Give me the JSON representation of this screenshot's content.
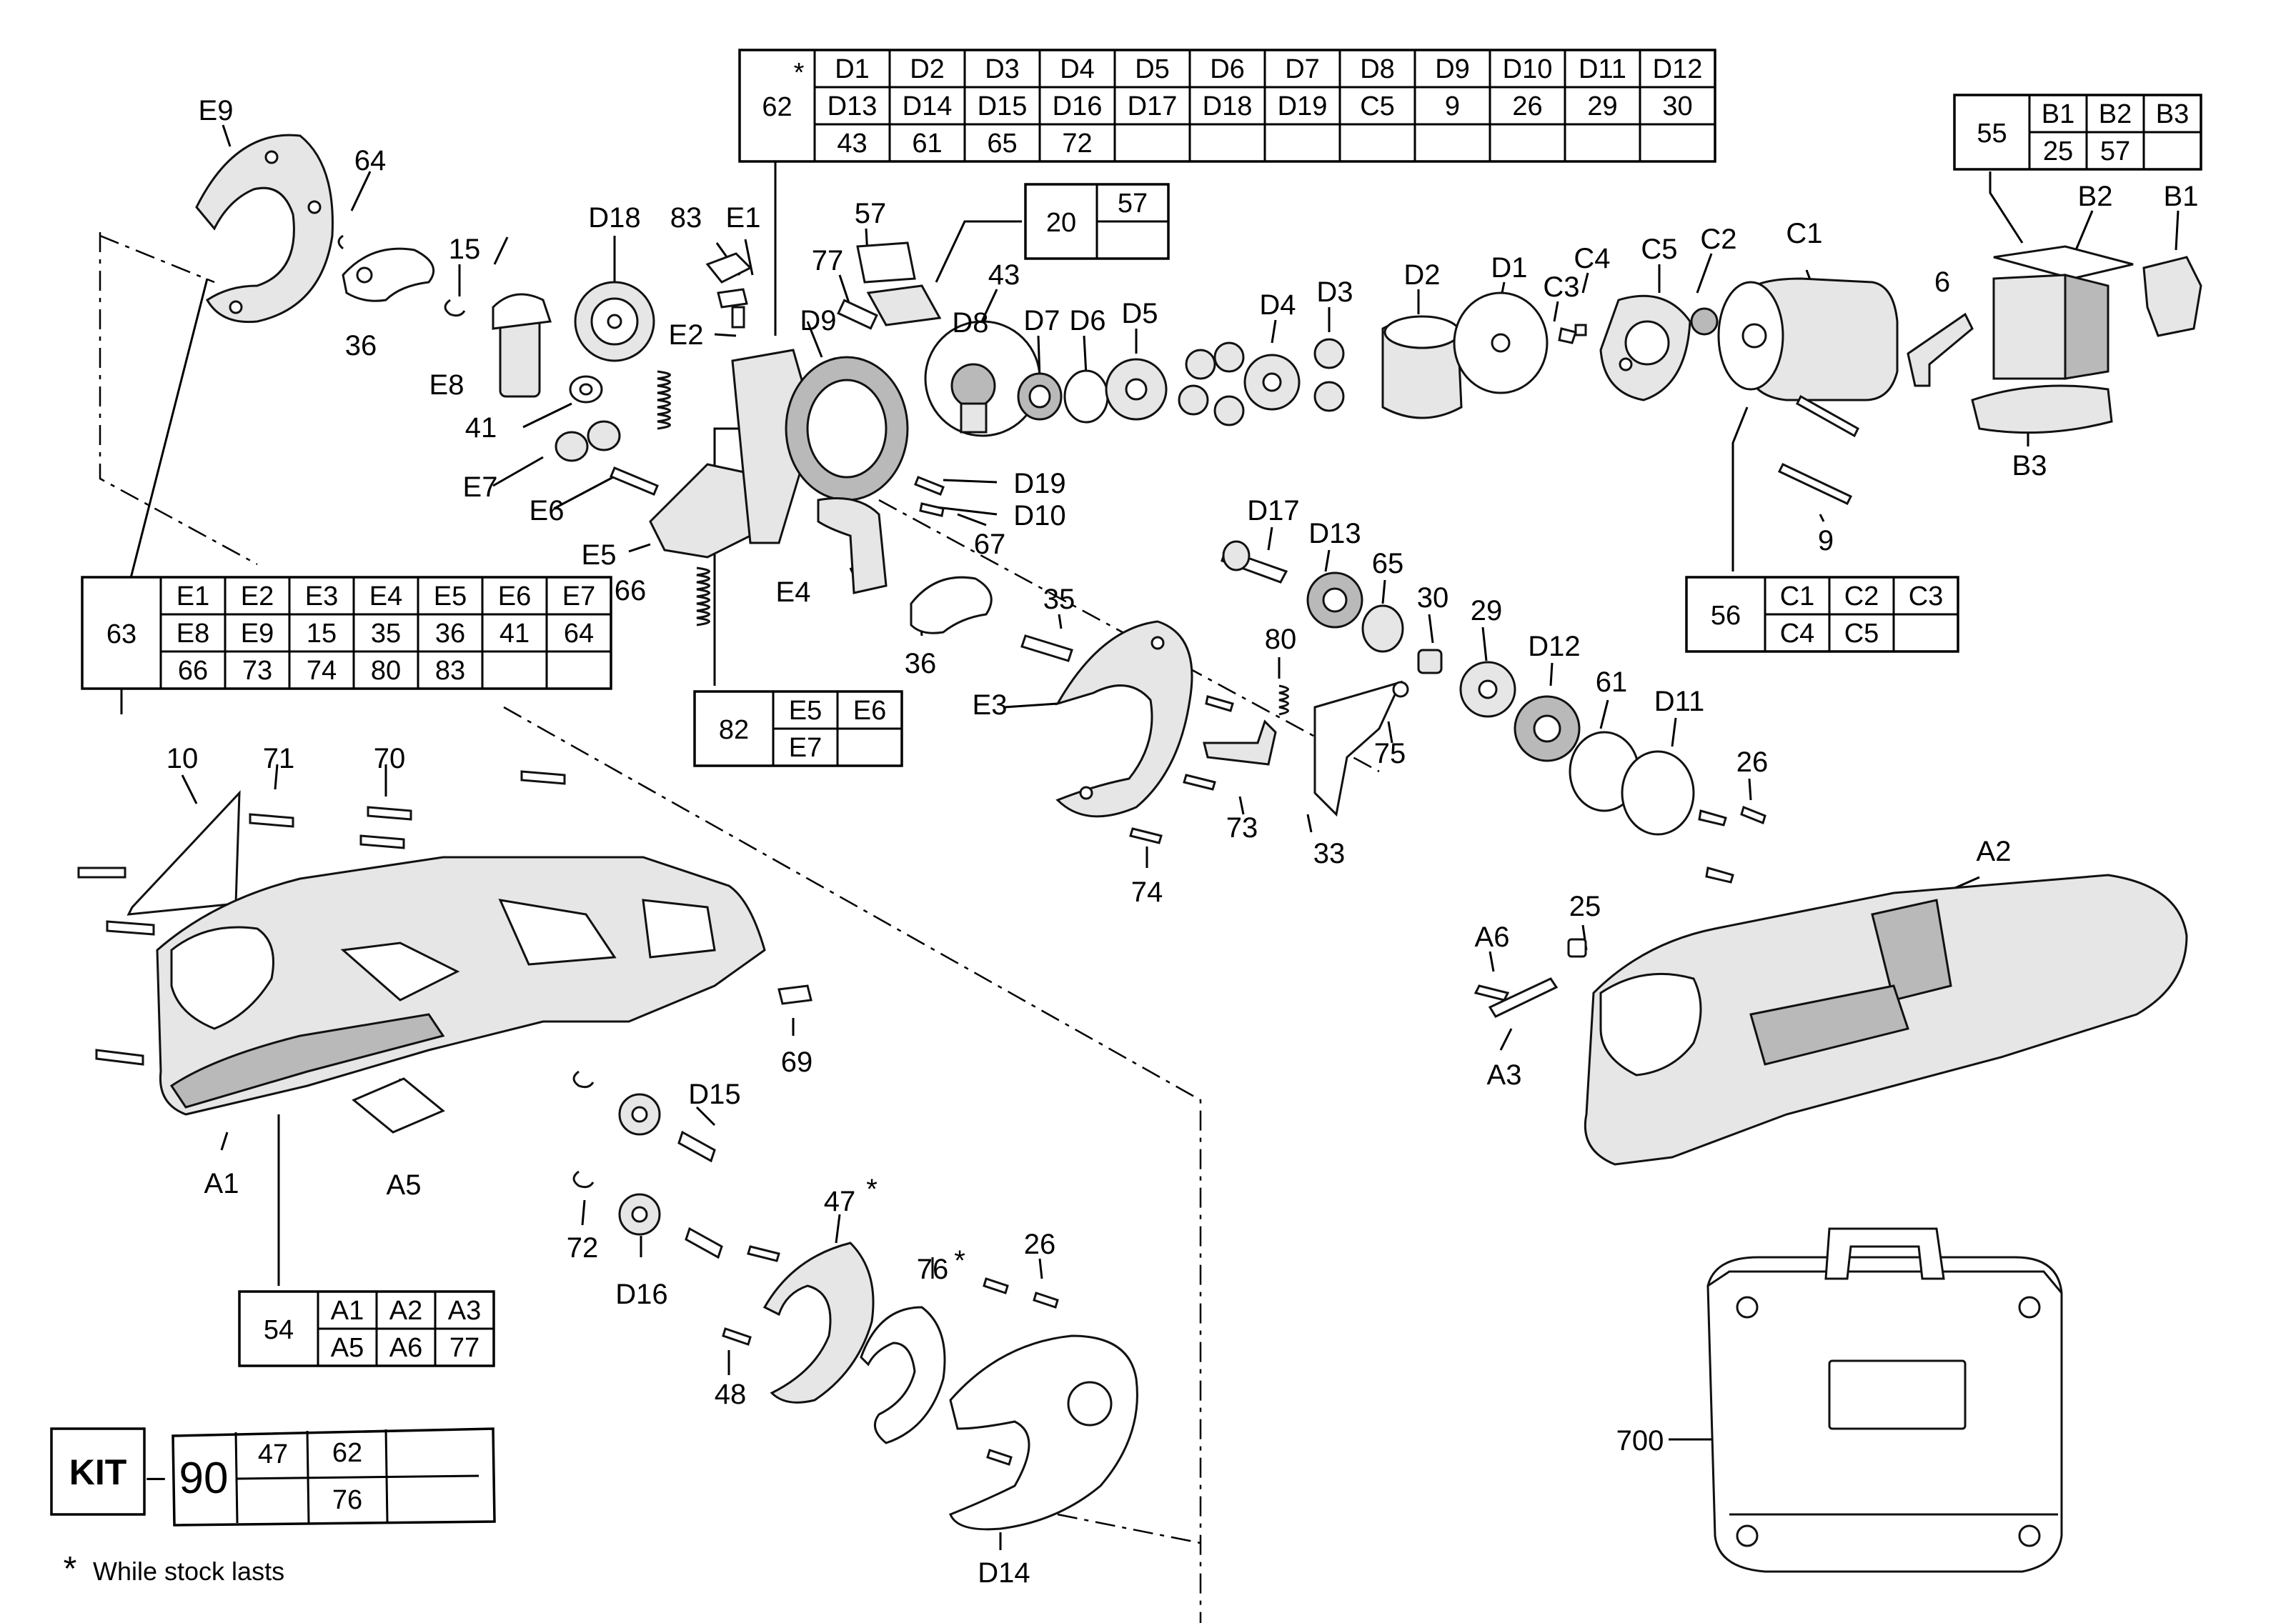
{
  "callouts": [
    {
      "id": "E9",
      "text": "E9"
    },
    {
      "id": "64",
      "text": "64"
    },
    {
      "id": "15",
      "text": "15"
    },
    {
      "id": "36a",
      "text": "36"
    },
    {
      "id": "D18",
      "text": "D18"
    },
    {
      "id": "83",
      "text": "83"
    },
    {
      "id": "E1",
      "text": "E1"
    },
    {
      "id": "E2",
      "text": "E2"
    },
    {
      "id": "E8",
      "text": "E8"
    },
    {
      "id": "41",
      "text": "41"
    },
    {
      "id": "E7",
      "text": "E7"
    },
    {
      "id": "E6",
      "text": "E6"
    },
    {
      "id": "E5",
      "text": "E5"
    },
    {
      "id": "66",
      "text": "66"
    },
    {
      "id": "E4",
      "text": "E4"
    },
    {
      "id": "57",
      "text": "57"
    },
    {
      "id": "77",
      "text": "77"
    },
    {
      "id": "D9",
      "text": "D9"
    },
    {
      "id": "D8",
      "text": "D8"
    },
    {
      "id": "43",
      "text": "43"
    },
    {
      "id": "D7",
      "text": "D7"
    },
    {
      "id": "D6",
      "text": "D6"
    },
    {
      "id": "D5",
      "text": "D5"
    },
    {
      "id": "D4",
      "text": "D4"
    },
    {
      "id": "D3",
      "text": "D3"
    },
    {
      "id": "D2",
      "text": "D2"
    },
    {
      "id": "D1",
      "text": "D1"
    },
    {
      "id": "C3",
      "text": "C3"
    },
    {
      "id": "C4",
      "text": "C4"
    },
    {
      "id": "C5",
      "text": "C5"
    },
    {
      "id": "C2",
      "text": "C2"
    },
    {
      "id": "C1",
      "text": "C1"
    },
    {
      "id": "6",
      "text": "6"
    },
    {
      "id": "B2",
      "text": "B2"
    },
    {
      "id": "B1",
      "text": "B1"
    },
    {
      "id": "B3",
      "text": "B3"
    },
    {
      "id": "9",
      "text": "9"
    },
    {
      "id": "D19",
      "text": "D19"
    },
    {
      "id": "D10",
      "text": "D10"
    },
    {
      "id": "67",
      "text": "67"
    },
    {
      "id": "D17",
      "text": "D17"
    },
    {
      "id": "D13",
      "text": "D13"
    },
    {
      "id": "65",
      "text": "65"
    },
    {
      "id": "30",
      "text": "30"
    },
    {
      "id": "29",
      "text": "29"
    },
    {
      "id": "D12",
      "text": "D12"
    },
    {
      "id": "61",
      "text": "61"
    },
    {
      "id": "D11",
      "text": "D11"
    },
    {
      "id": "26a",
      "text": "26"
    },
    {
      "id": "35",
      "text": "35"
    },
    {
      "id": "36b",
      "text": "36"
    },
    {
      "id": "E3",
      "text": "E3"
    },
    {
      "id": "80",
      "text": "80"
    },
    {
      "id": "75",
      "text": "75"
    },
    {
      "id": "73",
      "text": "73"
    },
    {
      "id": "33",
      "text": "33"
    },
    {
      "id": "74",
      "text": "74"
    },
    {
      "id": "10",
      "text": "10"
    },
    {
      "id": "71",
      "text": "71"
    },
    {
      "id": "70",
      "text": "70"
    },
    {
      "id": "69",
      "text": "69"
    },
    {
      "id": "A1",
      "text": "A1"
    },
    {
      "id": "A5",
      "text": "A5"
    },
    {
      "id": "D15",
      "text": "D15"
    },
    {
      "id": "72",
      "text": "72"
    },
    {
      "id": "D16",
      "text": "D16"
    },
    {
      "id": "47",
      "text": "47"
    },
    {
      "id": "76",
      "text": "76"
    },
    {
      "id": "26b",
      "text": "26"
    },
    {
      "id": "48",
      "text": "48"
    },
    {
      "id": "D14",
      "text": "D14"
    },
    {
      "id": "A2",
      "text": "A2"
    },
    {
      "id": "25",
      "text": "25"
    },
    {
      "id": "A6",
      "text": "A6"
    },
    {
      "id": "A3",
      "text": "A3"
    },
    {
      "id": "700",
      "text": "700"
    }
  ],
  "asterisks": {
    "p62": "*",
    "p47": "*",
    "p76": "*"
  },
  "tables": {
    "t62": {
      "key": "62",
      "rows": [
        [
          "D1",
          "D2",
          "D3",
          "D4",
          "D5",
          "D6",
          "D7",
          "D8",
          "D9",
          "D10",
          "D11",
          "D12"
        ],
        [
          "D13",
          "D14",
          "D15",
          "D16",
          "D17",
          "D18",
          "D19",
          "C5",
          "9",
          "26",
          "29",
          "30"
        ],
        [
          "43",
          "61",
          "65",
          "72",
          "",
          "",
          "",
          "",
          "",
          "",
          "",
          ""
        ]
      ]
    },
    "t20": {
      "key": "20",
      "rows": [
        [
          "57"
        ],
        [
          ""
        ]
      ]
    },
    "t55": {
      "key": "55",
      "rows": [
        [
          "B1",
          "B2",
          "B3"
        ],
        [
          "25",
          "57",
          ""
        ]
      ]
    },
    "t63": {
      "key": "63",
      "rows": [
        [
          "E1",
          "E2",
          "E3",
          "E4",
          "E5",
          "E6",
          "E7"
        ],
        [
          "E8",
          "E9",
          "15",
          "35",
          "36",
          "41",
          "64"
        ],
        [
          "66",
          "73",
          "74",
          "80",
          "83",
          "",
          ""
        ]
      ]
    },
    "t82": {
      "key": "82",
      "rows": [
        [
          "E5",
          "E6"
        ],
        [
          "E7",
          ""
        ]
      ]
    },
    "t56": {
      "key": "56",
      "rows": [
        [
          "C1",
          "C2",
          "C3"
        ],
        [
          "C4",
          "C5",
          ""
        ]
      ]
    },
    "t54": {
      "key": "54",
      "rows": [
        [
          "A1",
          "A2",
          "A3"
        ],
        [
          "A5",
          "A6",
          "77"
        ]
      ]
    }
  },
  "kit": {
    "label": "KIT",
    "dash": "–",
    "number": "90",
    "rows": [
      [
        "47",
        "62",
        ""
      ],
      [
        "",
        "76",
        ""
      ]
    ]
  },
  "footnote": {
    "mark": "*",
    "text": "While stock lasts"
  }
}
